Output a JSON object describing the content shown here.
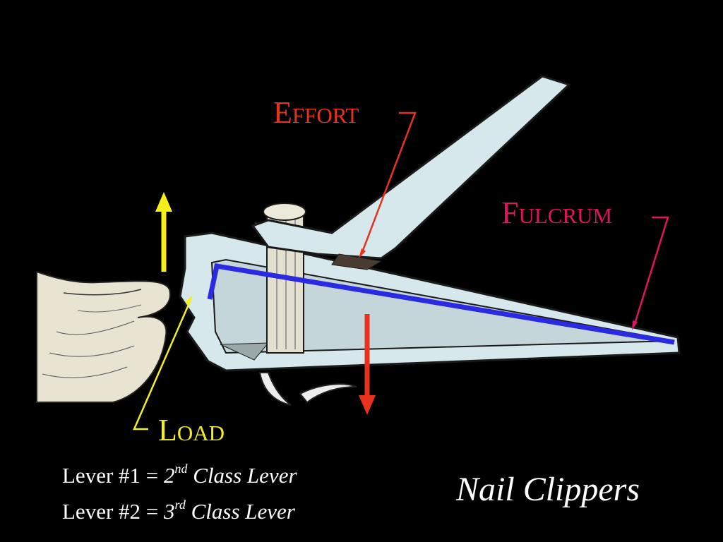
{
  "labels": {
    "effort": "Effort",
    "fulcrum": "Fulcrum",
    "load": "Load"
  },
  "levers": [
    {
      "prefix": "Lever #1 = ",
      "ordinal": "2",
      "suffix": "nd",
      "kind": " Class Lever"
    },
    {
      "prefix": "Lever #2 = ",
      "ordinal": "3",
      "suffix": "rd",
      "kind": " Class Lever"
    }
  ],
  "title": "Nail Clippers",
  "colors": {
    "background": "#000000",
    "effort": "#e8321c",
    "fulcrum": "#e0145e",
    "load": "#f4ef1a",
    "lever_highlight": "#2a2ae0",
    "metal": "#d6e8ec"
  }
}
